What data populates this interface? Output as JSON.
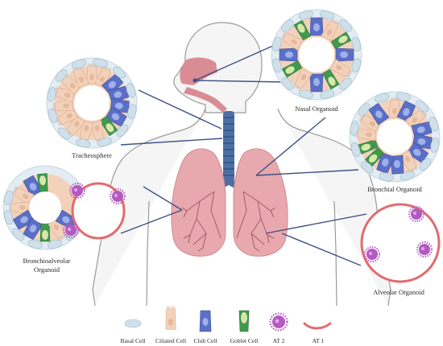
{
  "labels": {
    "nasal": "Nasal Organoid",
    "tracheosphere": "Tracheosphere",
    "bronchial": "Bronchial Organoid",
    "bronchioalveolar_line1": "Bronchioalveolar",
    "bronchioalveolar_line2": "Organoid",
    "alveolar": "Alveolar Organoid"
  },
  "legend": [
    {
      "label": "Basal Cell",
      "icon": "basal-cell-icon"
    },
    {
      "label": "Ciliated Cell",
      "icon": "ciliated-cell-icon"
    },
    {
      "label": "Club Cell",
      "icon": "club-cell-icon"
    },
    {
      "label": "Goblet Cell",
      "icon": "goblet-cell-icon"
    },
    {
      "label": "AT 2",
      "icon": "at2-cell-icon"
    },
    {
      "label": "AT 1",
      "icon": "at1-cell-icon"
    }
  ],
  "colors": {
    "body_outline": "#9a9a9a",
    "airway": "#d98c94",
    "trachea": "#4d6fa3",
    "lung": "#e8a9ae",
    "pointer": "#3d4f86",
    "basal": "#cfe0ea",
    "ciliated": "#f3d2bb",
    "club": "#5a6fc7",
    "goblet": "#3f9a4e",
    "at2": "#b35ac0",
    "at1": "#e26c6c"
  }
}
